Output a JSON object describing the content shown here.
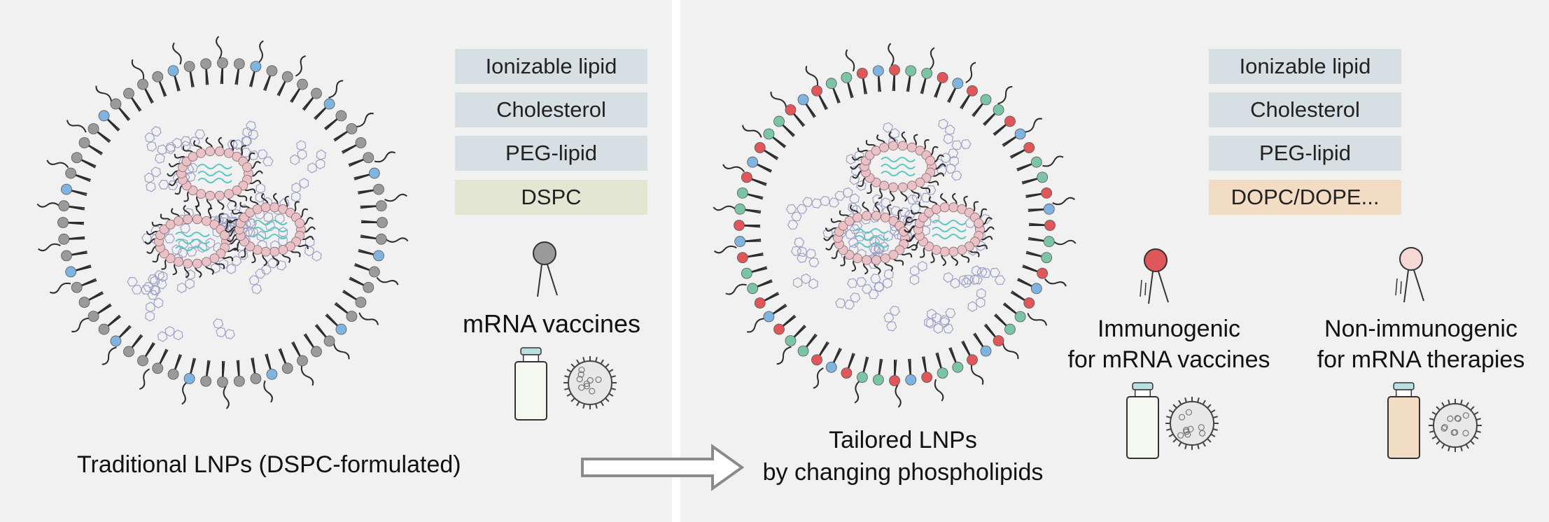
{
  "colors": {
    "panel_bg": "#f1f1f1",
    "legend_gray": "#d6dfe2",
    "dspc_green": "#e3e6d3",
    "dopc_orange": "#f3dcc4",
    "head_gray": "#9a9a9a",
    "head_blue": "#7fb3e0",
    "head_red": "#e0575a",
    "head_green": "#7cc4a6",
    "rna_cyan": "#5cc9c0",
    "core_pink": "#e9c1c7",
    "vial_green": "#f4f8ee",
    "vial_orange": "#f3dcc4",
    "vial_cap": "#b9dfe0"
  },
  "left_panel": {
    "legend": [
      "Ionizable lipid",
      "Cholesterol",
      "PEG-lipid",
      "DSPC"
    ],
    "use_label": "mRNA vaccines",
    "caption": "Traditional LNPs (DSPC-formulated)"
  },
  "right_panel": {
    "legend": [
      "Ionizable lipid",
      "Cholesterol",
      "PEG-lipid",
      "DOPC/DOPE..."
    ],
    "immunogenic_label": "Immunogenic\nfor mRNA vaccines",
    "non_immunogenic_label": "Non-immunogenic\nfor mRNA therapies",
    "caption": "Tailored LNPs\nby changing phospholipids"
  },
  "icons": {
    "left_lnp": "lipid-nanoparticle-dspc-icon",
    "right_lnp": "lipid-nanoparticle-tailored-icon",
    "arrow": "right-arrow-icon",
    "vial": "vial-icon",
    "virus": "virus-icon",
    "phospholipid": "phospholipid-icon"
  }
}
